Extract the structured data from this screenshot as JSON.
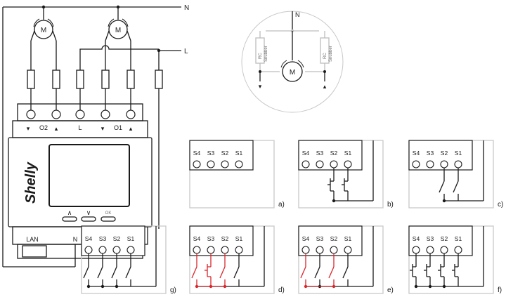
{
  "lines": {
    "neutral": "N",
    "live": "L",
    "neutral_detail": "N"
  },
  "device": {
    "brand": "Shelly",
    "top_terminals": [
      "O2",
      "L",
      "O1"
    ],
    "bottom_left_label": "LAN",
    "bottom_neutral_label": "N",
    "buttons_ok_label": "OK"
  },
  "motor_label": "M",
  "snubber": {
    "line1": "RC",
    "line2": "Snubber"
  },
  "inputs": [
    "S4",
    "S3",
    "S2",
    "S1"
  ],
  "variants": [
    {
      "id": "a)"
    },
    {
      "id": "b)"
    },
    {
      "id": "c)"
    },
    {
      "id": "d)"
    },
    {
      "id": "e)"
    },
    {
      "id": "f)"
    },
    {
      "id": "g)"
    }
  ],
  "colors": {
    "line": "#1a1a1a",
    "highlight": "#d9262c",
    "frame": "#c8c8c8"
  }
}
